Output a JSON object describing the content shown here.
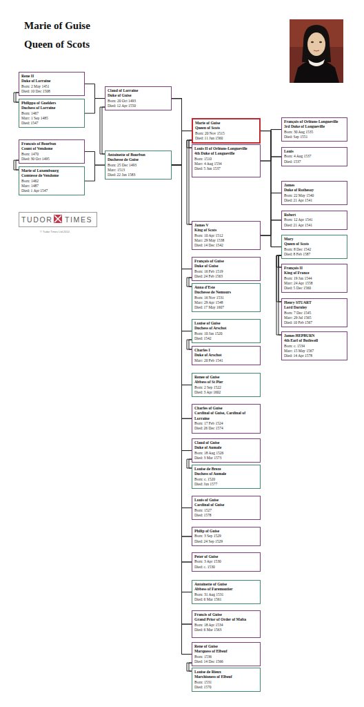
{
  "diagram": {
    "title": "Marie of Guise Queen of Scots",
    "nodes": [
      {
        "text": [
          "Rene II",
          "Duke of Lorraine",
          "Born: 2 May 1451",
          "Died: 10 Dec 1508"
        ]
      },
      {
        "text": [
          "Philippa of Guelders",
          "Duchess of Lorraine",
          "Born: 1467",
          "Marr: 1 Sep 1485",
          "Died: 1547"
        ]
      },
      {
        "text": [
          "Francois of Bourbon",
          "Count of Vendome",
          "Born: 1470",
          "Died: 30 Oct 1495"
        ]
      },
      {
        "text": [
          "Marie of Luxembourg",
          "Comtesse de Vendome",
          "Born: 1462",
          "Marr: 1487",
          "Died: 1 Apr 1547"
        ]
      },
      {
        "text": [
          "Claud of Lorraine",
          "Duke of Guise",
          "Born: 20 Oct 1493",
          "Died: 12 Apr 1550"
        ]
      },
      {
        "text": [
          "Antoinette of Bourbon",
          "Duchesse de Guise",
          "Born: 25 Dec 1493",
          "Marr: 1513",
          "Died: 22 Jan 1583"
        ]
      },
      {
        "text": [
          "Marie of Guise",
          "Queen of Scots",
          "Born: 20 Nov 1515",
          "Died: 11 Jun 1560"
        ]
      },
      {
        "text": [
          "Louis II of Orléans-Longueville",
          "4th Duke of Longueville",
          "Born: 1510",
          "Marr: 4 Aug 1534",
          "Died: 5 Jun 1537"
        ]
      },
      {
        "text": [
          "James V",
          "King of Scots",
          "Born: 10 Apr 1512",
          "Marr: 29 May 1538",
          "Died: 14 Dec 1542"
        ]
      },
      {
        "text": [
          "François of Guise",
          "Duke of Guise",
          "Born: 16 Feb 1519",
          "Died: 24 Feb 1563"
        ]
      },
      {
        "text": [
          "Anna d'Este",
          "Duchesse de Nemours",
          "Born: 16 Nov 1531",
          "Marr: 29 Apr 1548",
          "Died: 17 May 1607"
        ]
      },
      {
        "text": [
          "Louise of Guise",
          "Duchess of Arschot",
          "Born: 10 Jan 1520",
          "Died: 1542"
        ]
      },
      {
        "text": [
          "Charles I",
          "Duke of Arschot",
          "Marr: 20 Feb 1541"
        ]
      },
      {
        "text": [
          "Renee of Guise",
          "Abbess of St Pier",
          "Born: 2 Sep 1522",
          "Died: 3 Apr 1602"
        ]
      },
      {
        "text": [
          "Charles of Guise",
          "Cardinal of Guise, Cardinal of Lorraine",
          "Born: 17 Feb 1524",
          "Died: 26 Dec 1574"
        ]
      },
      {
        "text": [
          "Claud of Guise",
          "Duke of Aumale",
          "Born: 18 Aug 1526",
          "Died: 3 Mar 1573"
        ]
      },
      {
        "text": [
          "Louise de Breze",
          "Duchess of Aumale",
          "Born: c. 1520",
          "Died: Jan 1577"
        ]
      },
      {
        "text": [
          "Louis of Guise",
          "Cardinal of Guise",
          "Born: 1527",
          "Died: 1578"
        ]
      },
      {
        "text": [
          "Philip of Guise",
          "Born: 3 Sep 1529",
          "Died: 24 Sep 1529"
        ]
      },
      {
        "text": [
          "Peter of Guise",
          "Born: 3 Apr 1530",
          "Died: c. 1530"
        ]
      },
      {
        "text": [
          "Antoinette of Guise",
          "Abbess of Faremoutier",
          "Born: 31 Aug 1531",
          "Died: 6 Mar 1561"
        ]
      },
      {
        "text": [
          "Francis of Guise",
          "Grand Prior of Order of Malta",
          "Born: 18 Apr 1534",
          "Died: 6 Mar 1563"
        ]
      },
      {
        "text": [
          "Rene of Guise",
          "Marquess of Elbeuf",
          "Born: 1536",
          "Died: 14 Dec 1566"
        ]
      },
      {
        "text": [
          "Louise de Rieux",
          "Marchioness of Elbeuf",
          "Born: 1531",
          "Died: 1570"
        ]
      },
      {
        "text": [
          "François of Orléans-Longueville",
          "3rd Duke of Longueville",
          "Born: 30 Aug 1535",
          "Died: Sep 1551"
        ]
      },
      {
        "text": [
          "Louis",
          "Born: 4 Aug 1537",
          "Died: 1537"
        ]
      },
      {
        "text": [
          "James",
          "Duke of Rothesay",
          "Born: 22 May 1540",
          "Died: 21 Apr 1541"
        ]
      },
      {
        "text": [
          "Robert",
          "Born: 12 Apr 1541",
          "Died: 21 Apr 1541"
        ]
      },
      {
        "text": [
          "Mary",
          "Queen of Scots",
          "Born: 8 Dec 1542",
          "Died: 8 Feb 1587"
        ]
      },
      {
        "text": [
          "François II",
          "King of France",
          "Born: 19 Jan 1544",
          "Marr: 24 Apr 1558",
          "Died: 5 Dec 1560"
        ]
      },
      {
        "text": [
          "Henry STUART",
          "Lord Darnley",
          "Born: 7 Dec 1545",
          "Marr: 29 Jul 1565",
          "Died: 10 Feb 1567"
        ]
      },
      {
        "text": [
          "James HEPBURN",
          "4th Earl of Bothwell",
          "Born: c. 1534",
          "Marr: 15 May 1567",
          "Died: 14 Apr 1578"
        ]
      }
    ],
    "edges": [
      {
        "from": 0,
        "to": 1,
        "arrow": "none"
      },
      {
        "from": 0,
        "to": 4,
        "arrow": "none"
      },
      {
        "from": 1,
        "to": 4,
        "arrow": "none"
      },
      {
        "from": 2,
        "to": 3,
        "arrow": "none"
      },
      {
        "from": 2,
        "to": 5,
        "arrow": "none"
      },
      {
        "from": 3,
        "to": 5,
        "arrow": "none"
      },
      {
        "from": 4,
        "to": 5,
        "arrow": "none"
      },
      {
        "from": 4,
        "to": 6,
        "arrow": "none"
      },
      {
        "from": 5,
        "to": 6,
        "arrow": "none"
      },
      {
        "from": 4,
        "to": 9,
        "arrow": "none"
      },
      {
        "from": 5,
        "to": 9,
        "arrow": "none"
      },
      {
        "from": 4,
        "to": 11,
        "arrow": "none"
      },
      {
        "from": 5,
        "to": 11,
        "arrow": "none"
      },
      {
        "from": 4,
        "to": 13,
        "arrow": "none"
      },
      {
        "from": 5,
        "to": 13,
        "arrow": "none"
      },
      {
        "from": 4,
        "to": 14,
        "arrow": "none"
      },
      {
        "from": 5,
        "to": 14,
        "arrow": "none"
      },
      {
        "from": 4,
        "to": 15,
        "arrow": "none"
      },
      {
        "from": 5,
        "to": 15,
        "arrow": "none"
      },
      {
        "from": 4,
        "to": 17,
        "arrow": "none"
      },
      {
        "from": 5,
        "to": 17,
        "arrow": "none"
      },
      {
        "from": 4,
        "to": 18,
        "arrow": "none"
      },
      {
        "from": 5,
        "to": 18,
        "arrow": "none"
      },
      {
        "from": 4,
        "to": 19,
        "arrow": "none"
      },
      {
        "from": 5,
        "to": 19,
        "arrow": "none"
      },
      {
        "from": 4,
        "to": 20,
        "arrow": "none"
      },
      {
        "from": 5,
        "to": 20,
        "arrow": "none"
      },
      {
        "from": 4,
        "to": 21,
        "arrow": "none"
      },
      {
        "from": 5,
        "to": 21,
        "arrow": "none"
      },
      {
        "from": 4,
        "to": 22,
        "arrow": "none"
      },
      {
        "from": 5,
        "to": 22,
        "arrow": "none"
      },
      {
        "from": 6,
        "to": 7,
        "arrow": "none"
      },
      {
        "from": 6,
        "to": 8,
        "arrow": "none"
      },
      {
        "from": 9,
        "to": 10,
        "arrow": "none"
      },
      {
        "from": 11,
        "to": 12,
        "arrow": "none"
      },
      {
        "from": 15,
        "to": 16,
        "arrow": "none"
      },
      {
        "from": 22,
        "to": 23,
        "arrow": "none"
      },
      {
        "from": 6,
        "to": 24,
        "arrow": "none"
      },
      {
        "from": 7,
        "to": 24,
        "arrow": "none"
      },
      {
        "from": 6,
        "to": 25,
        "arrow": "none"
      },
      {
        "from": 7,
        "to": 25,
        "arrow": "none"
      },
      {
        "from": 6,
        "to": 26,
        "arrow": "none"
      },
      {
        "from": 8,
        "to": 26,
        "arrow": "none"
      },
      {
        "from": 6,
        "to": 27,
        "arrow": "none"
      },
      {
        "from": 8,
        "to": 27,
        "arrow": "none"
      },
      {
        "from": 6,
        "to": 28,
        "arrow": "none"
      },
      {
        "from": 8,
        "to": 28,
        "arrow": "none"
      },
      {
        "from": 28,
        "to": 29,
        "arrow": "none"
      },
      {
        "from": 28,
        "to": 30,
        "arrow": "none"
      },
      {
        "from": 28,
        "to": 31,
        "arrow": "none"
      }
    ],
    "labels": [
      "TUDOR",
      "TIMES",
      "© Tudor Times Ltd 2014"
    ]
  }
}
